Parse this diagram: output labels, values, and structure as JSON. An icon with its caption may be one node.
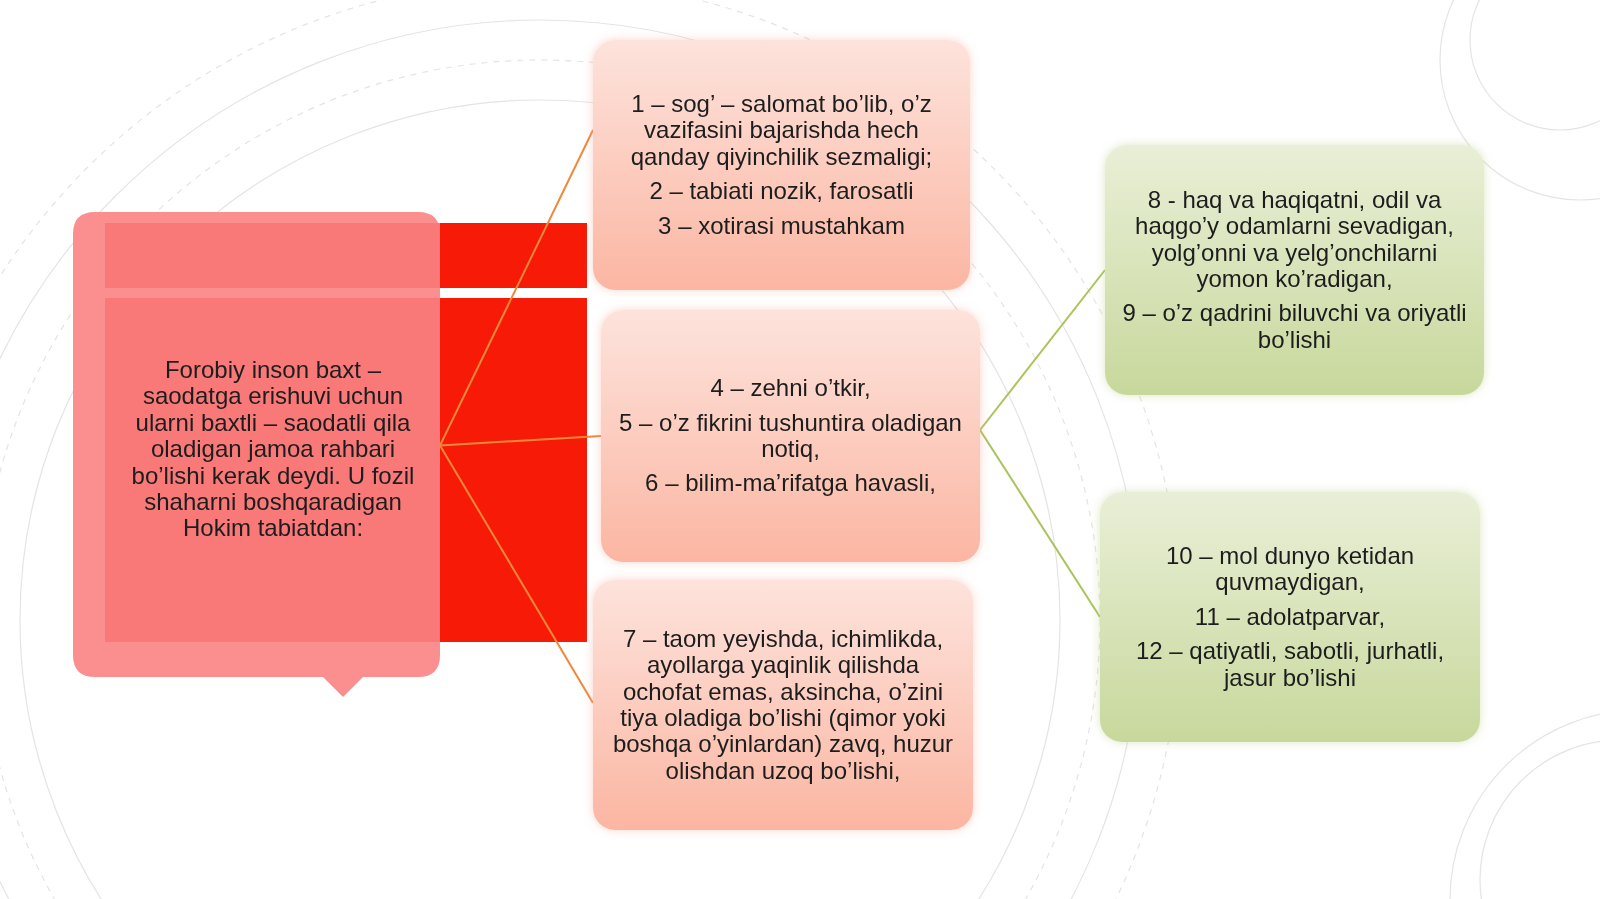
{
  "diagram": {
    "nodes": [
      {
        "text": [
          "Forobiy inson baxt – saodatga erishuvi uchun ularni baxtli – saodatli qila oladigan jamoa rahbari bo’lishi kerak deydi. U fozil shaharni boshqaradigan Hokim tabiatdan:"
        ]
      },
      {
        "text": [
          "1 – sog’ – salomat bo’lib, o’z vazifasini bajarishda hech qanday qiyinchilik sezmaligi;",
          "2 – tabiati nozik, farosatli",
          "3 – xotirasi mustahkam"
        ]
      },
      {
        "text": [
          "4 – zehni o’tkir,",
          "5 – o’z fikrini tushuntira oladigan notiq,",
          "6 – bilim-ma’rifatga havasli,"
        ]
      },
      {
        "text": [
          "7 – taom yeyishda, ichimlikda, ayollarga yaqinlik qilishda ochofat emas, aksincha, o’zini tiya oladiga bo’lishi (qimor yoki boshqa o’yinlardan) zavq, huzur olishdan uzoq bo’lishi,"
        ]
      },
      {
        "text": [
          "8 - haq va haqiqatni, odil va haqgo’y odamlarni sevadigan, yolg’onni va yelg’onchilarni yomon ko’radigan,",
          "9 – o’z qadrini biluvchi va oriyatli bo’lishi"
        ]
      },
      {
        "text": [
          "10 – mol dunyo ketidan quvmaydigan,",
          "11 – adolatparvar,",
          "12 – qatiyatli, sabotli, jurhatli, jasur bo’lishi"
        ]
      }
    ],
    "edges": [
      {
        "from": 0,
        "to": 1,
        "arrow": "none"
      },
      {
        "from": 0,
        "to": 2,
        "arrow": "none"
      },
      {
        "from": 0,
        "to": 3,
        "arrow": "none"
      },
      {
        "from": 2,
        "to": 4,
        "arrow": "none",
        "color": "#a9c45a"
      },
      {
        "from": 2,
        "to": 5,
        "arrow": "none",
        "color": "#a9c45a"
      }
    ]
  }
}
